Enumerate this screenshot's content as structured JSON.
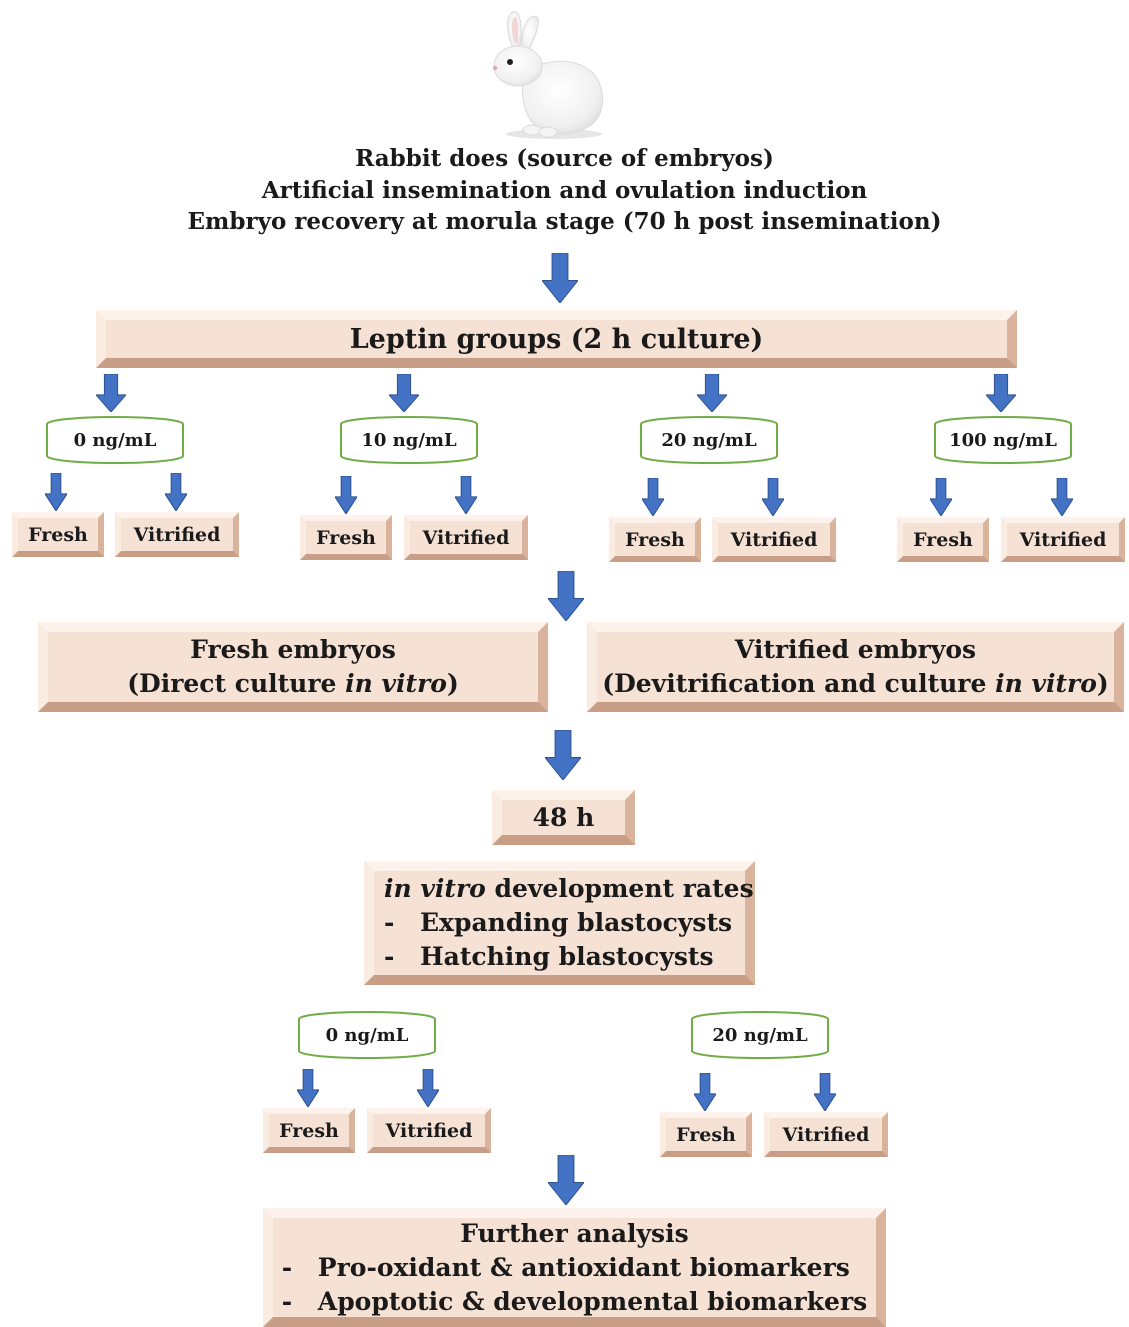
{
  "header": {
    "lines": [
      "Rabbit does (source of embryos)",
      "Artificial insemination and ovulation induction",
      "Embryo recovery at morula stage (70 h post insemination)"
    ]
  },
  "leptin_groups": {
    "title": "Leptin groups (2 h culture)",
    "doses": [
      "0 ng/mL",
      "10 ng/mL",
      "20 ng/mL",
      "100 ng/mL"
    ],
    "fresh_label": "Fresh",
    "vitrified_label": "Vitrified"
  },
  "fresh_embryos": {
    "line1": "Fresh embryos",
    "line2_prefix": "(Direct culture ",
    "line2_italic": "in vitro",
    "line2_suffix": ")"
  },
  "vitrified_embryos": {
    "line1": "Vitrified embryos",
    "line2_prefix": "(Devitrification and culture ",
    "line2_italic": "in vitro",
    "line2_suffix": ")"
  },
  "culture_time": "48 h",
  "development": {
    "title_italic": "in vitro",
    "title_rest": " development rates",
    "items": [
      "Expanding blastocysts",
      "Hatching blastocysts"
    ]
  },
  "analysis_groups": {
    "doses": [
      "0 ng/mL",
      "20 ng/mL"
    ]
  },
  "further": {
    "title": "Further analysis",
    "items": [
      "Pro-oxidant & antioxidant biomarkers",
      "Apoptotic & developmental biomarkers"
    ]
  },
  "colors": {
    "arrow": "#4472c4",
    "dish": "#70ad47",
    "box": "#f6e2d5"
  }
}
